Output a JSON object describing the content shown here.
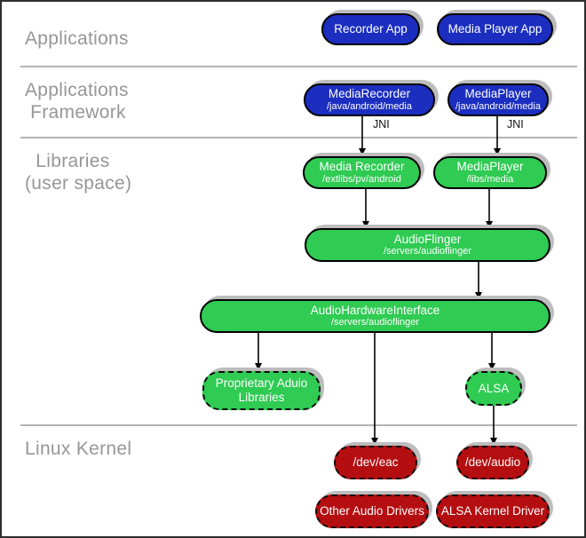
{
  "sections": {
    "applications": {
      "label": "Applications"
    },
    "applications_framework": {
      "label": "Applications\n Framework"
    },
    "libraries": {
      "label": "  Libraries\n(user space)"
    },
    "linux_kernel": {
      "label": "Linux Kernel"
    }
  },
  "nodes": {
    "recorder_app": {
      "label": "Recorder App"
    },
    "media_player_app": {
      "label": "Media Player App"
    },
    "media_recorder_framework": {
      "label": "MediaRecorder",
      "path": "/java/android/media"
    },
    "media_player_framework": {
      "label": "MediaPlayer",
      "path": "/java/android/media"
    },
    "media_recorder_lib": {
      "label": "Media Recorder",
      "path": "/extlibs/pv/android"
    },
    "media_player_lib": {
      "label": "MediaPlayer",
      "path": "/libs/media"
    },
    "audioflinger": {
      "label": "AudioFlinger",
      "path": "/servers/audioflinger"
    },
    "audio_hardware_interface": {
      "label": "AudioHardwareInterface",
      "path": "/servers/audioflinger"
    },
    "proprietary_audio_libraries": {
      "label": "Proprietary Aduio Libraries"
    },
    "alsa": {
      "label": "ALSA"
    },
    "dev_eac": {
      "label": "/dev/eac"
    },
    "dev_audio": {
      "label": "/dev/audio"
    },
    "other_audio_drivers": {
      "label": "Other Audio Drivers"
    },
    "alsa_kernel_driver": {
      "label": "ALSA Kernel Driver"
    }
  },
  "edge_labels": {
    "jni_left": "JNI",
    "jni_right": "JNI"
  },
  "colors": {
    "app_blue": "#1b2ec0",
    "lib_green": "#2fcb53",
    "kernel_red": "#b50e11",
    "section_label_gray": "#969696",
    "separator_gray": "#b4b4b4",
    "shadow_gray": "#bdbdbd"
  }
}
